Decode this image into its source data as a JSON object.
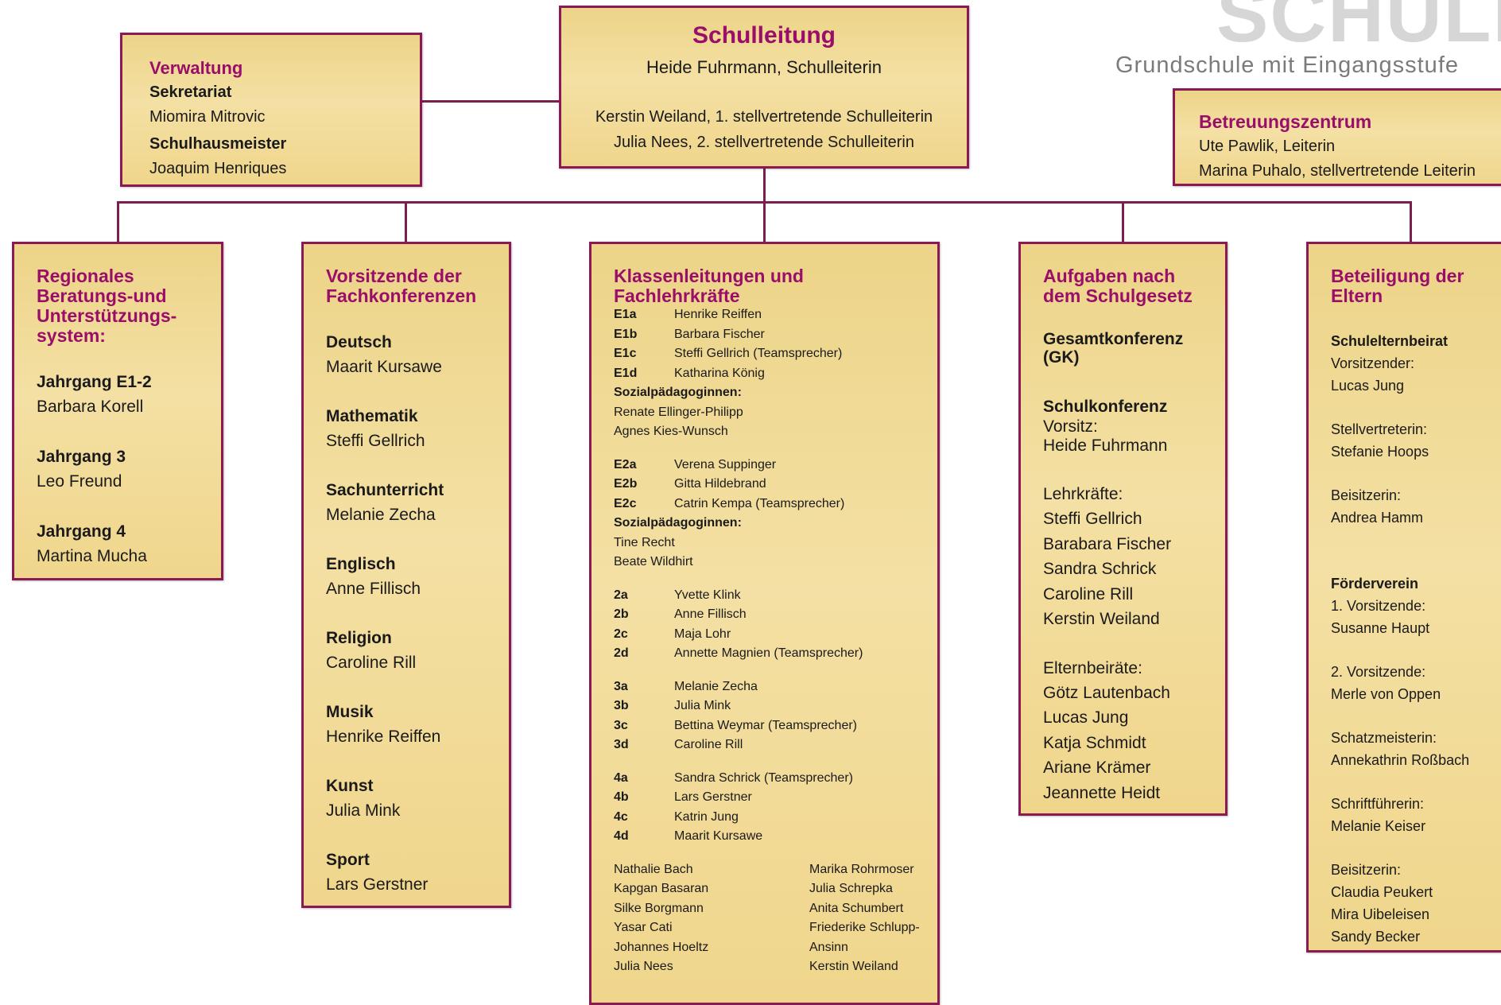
{
  "logo": {
    "wordmark": "SCHULE",
    "subtitle": "Grundschule mit Eingangsstufe"
  },
  "leitung": {
    "title": "Schulleitung",
    "head": "Heide Fuhrmann, Schulleiterin",
    "deputy1": "Kerstin Weiland, 1. stellvertretende Schulleiterin",
    "deputy2": "Julia Nees, 2. stellvertretende Schulleiterin"
  },
  "verwaltung": {
    "title": "Verwaltung",
    "sekretariat_label": "Sekretariat",
    "sekretariat_name": "Miomira Mitrovic",
    "hausmeister_label": "Schulhausmeister",
    "hausmeister_name": "Joaquim Henriques"
  },
  "betreuung": {
    "title": "Betreuungszentrum",
    "leader": "Ute Pawlik, Leiterin",
    "deputy": "Marina Puhalo, stellvertretende Leiterin"
  },
  "regional": {
    "title_lines": [
      "Regionales",
      "Beratungs-und",
      "Unterstützungs-",
      "system:"
    ],
    "groups": [
      {
        "label": "Jahrgang E1-2",
        "name": "Barbara Korell"
      },
      {
        "label": "Jahrgang 3",
        "name": "Leo Freund"
      },
      {
        "label": "Jahrgang 4",
        "name": "Martina Mucha"
      }
    ]
  },
  "fachkonferenzen": {
    "title_lines": [
      "Vorsitzende der",
      "Fachkonferenzen"
    ],
    "subjects": [
      {
        "subject": "Deutsch",
        "name": "Maarit Kursawe"
      },
      {
        "subject": "Mathematik",
        "name": "Steffi Gellrich"
      },
      {
        "subject": "Sachunterricht",
        "name": "Melanie Zecha"
      },
      {
        "subject": "Englisch",
        "name": "Anne Fillisch"
      },
      {
        "subject": "Religion",
        "name": "Caroline Rill"
      },
      {
        "subject": "Musik",
        "name": "Henrike Reiffen"
      },
      {
        "subject": "Kunst",
        "name": "Julia Mink"
      },
      {
        "subject": "Sport",
        "name": "Lars Gerstner"
      }
    ]
  },
  "klassen": {
    "title_lines": [
      "Klassenleitungen und",
      "Fachlehrkräfte"
    ],
    "g1": [
      {
        "cls": "E1a",
        "name": "Henrike Reiffen"
      },
      {
        "cls": "E1b",
        "name": "Barbara Fischer"
      },
      {
        "cls": "E1c",
        "name": "Steffi Gellrich (Teamsprecher)"
      },
      {
        "cls": "E1d",
        "name": "Katharina König"
      }
    ],
    "sozial_label_1": "Sozialpädagoginnen:",
    "sozial_1": [
      "Renate Ellinger-Philipp",
      "Agnes Kies-Wunsch"
    ],
    "g2": [
      {
        "cls": "E2a",
        "name": "Verena Suppinger"
      },
      {
        "cls": "E2b",
        "name": "Gitta Hildebrand"
      },
      {
        "cls": "E2c",
        "name": "Catrin Kempa (Teamsprecher)"
      }
    ],
    "sozial_label_2": "Sozialpädagoginnen:",
    "sozial_2": [
      "Tine Recht",
      "Beate Wildhirt"
    ],
    "g3": [
      {
        "cls": "2a",
        "name": "Yvette Klink"
      },
      {
        "cls": "2b",
        "name": "Anne Fillisch"
      },
      {
        "cls": "2c",
        "name": "Maja Lohr"
      },
      {
        "cls": "2d",
        "name": "Annette Magnien (Teamsprecher)"
      }
    ],
    "g4": [
      {
        "cls": "3a",
        "name": "Melanie Zecha"
      },
      {
        "cls": "3b",
        "name": "Julia Mink"
      },
      {
        "cls": "3c",
        "name": "Bettina Weymar (Teamsprecher)"
      },
      {
        "cls": "3d",
        "name": "Caroline Rill"
      }
    ],
    "g5": [
      {
        "cls": "4a",
        "name": "Sandra Schrick (Teamsprecher)"
      },
      {
        "cls": "4b",
        "name": "Lars Gerstner"
      },
      {
        "cls": "4c",
        "name": "Katrin Jung"
      },
      {
        "cls": "4d",
        "name": "Maarit Kursawe"
      }
    ],
    "fach": [
      {
        "left": "Nathalie Bach",
        "right": "Marika Rohrmoser"
      },
      {
        "left": "Kapgan Basaran",
        "right": "Julia Schrepka"
      },
      {
        "left": "Silke Borgmann",
        "right": "Anita Schumbert"
      },
      {
        "left": "Yasar Cati",
        "right": "Friederike Schlupp-"
      },
      {
        "left": "Johannes Hoeltz",
        "right": "Ansinn"
      },
      {
        "left": "Julia Nees",
        "right": "Kerstin Weiland"
      }
    ]
  },
  "schulgesetz": {
    "title_lines": [
      "Aufgaben nach",
      "dem Schulgesetz"
    ],
    "gk_lines": [
      "Gesamtkonferenz",
      "(GK)"
    ],
    "sk_label": "Schulkonferenz",
    "vorsitz_label": "Vorsitz:",
    "vorsitz_name": "Heide Fuhrmann",
    "lehrkraefte_label": "Lehrkräfte:",
    "lehrkraefte": [
      "Steffi Gellrich",
      "Barabara Fischer",
      "Sandra Schrick",
      "Caroline Rill",
      "Kerstin Weiland"
    ],
    "elternbeiraete_label": "Elternbeiräte:",
    "elternbeiraete": [
      "Götz Lautenbach",
      "Lucas Jung",
      "Katja Schmidt",
      "Ariane Krämer",
      "Jeannette Heidt"
    ]
  },
  "eltern": {
    "title_lines": [
      "Beteiligung der",
      "Eltern"
    ],
    "seb_label": "Schulelternbeirat",
    "seb_vors_label": "Vorsitzender:",
    "seb_vors": "Lucas Jung",
    "seb_stv_label": "Stellvertreterin:",
    "seb_stv": "Stefanie Hoops",
    "seb_beis_label": "Beisitzerin:",
    "seb_beis": "Andrea Hamm",
    "fv_label": "Förderverein",
    "fv_v1_label": "1. Vorsitzende:",
    "fv_v1": "Susanne Haupt",
    "fv_v2_label": "2. Vorsitzende:",
    "fv_v2": "Merle von Oppen",
    "fv_schatz_label": "Schatzmeisterin:",
    "fv_schatz": "Annekathrin Roßbach",
    "fv_schrift_label": "Schriftführerin:",
    "fv_schrift": "Melanie Keiser",
    "fv_beis_label": "Beisitzerin:",
    "fv_beis": [
      "Claudia Peukert",
      "Mira Uibeleisen",
      "Sandy Becker"
    ]
  }
}
